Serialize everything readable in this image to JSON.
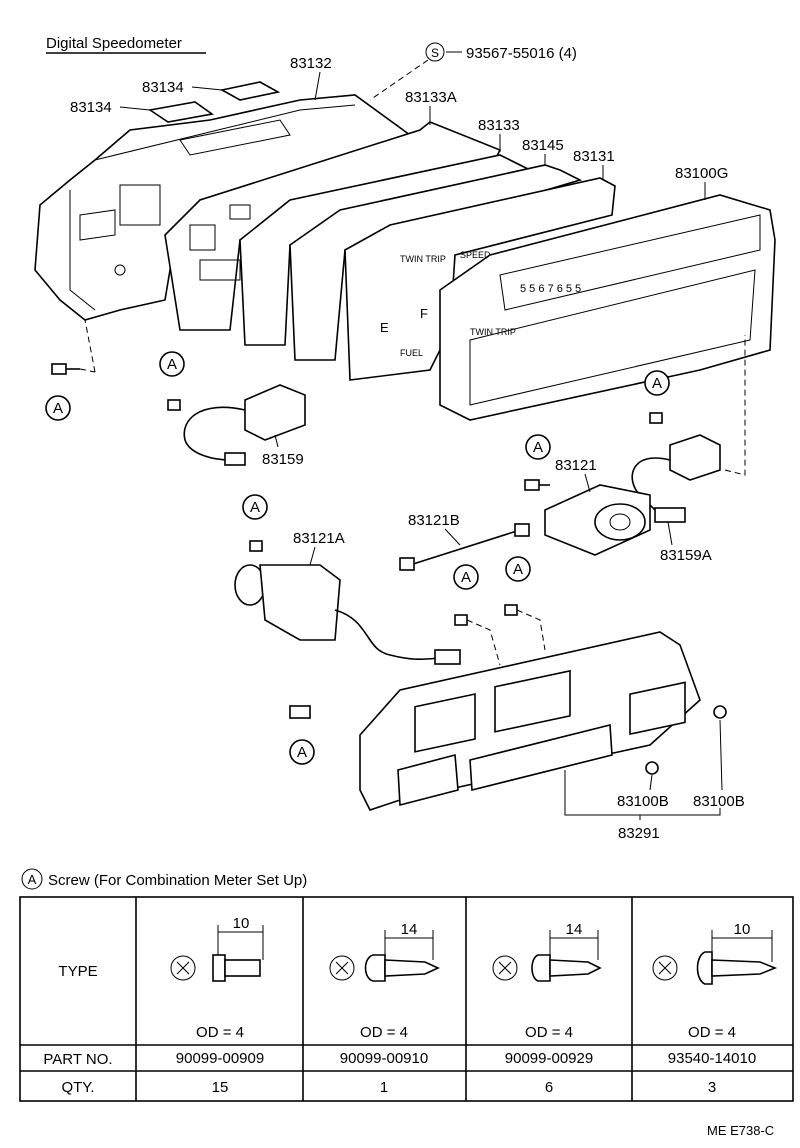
{
  "title": "Digital Speedometer",
  "bolt_note": {
    "symbol": "S",
    "text": "93567-55016 (4)"
  },
  "callout_letter": "A",
  "parts": {
    "p83132": "83132",
    "p83134a": "83134",
    "p83134b": "83134",
    "p83133A": "83133A",
    "p83133": "83133",
    "p83145": "83145",
    "p83131": "83131",
    "p83100G": "83100G",
    "p83159": "83159",
    "p83121": "83121",
    "p83121B": "83121B",
    "p83121A": "83121A",
    "p83159A": "83159A",
    "p83100Ba": "83100B",
    "p83100Bb": "83100B",
    "p83291": "83291"
  },
  "panel_text": {
    "trip": "TWIN TRIP",
    "speed": "SPEED",
    "fuel": "FUEL",
    "e": "E",
    "f": "F",
    "twin_trip": "TWIN TRIP"
  },
  "screw_table": {
    "caption": "Screw (For Combination Meter Set Up)",
    "row_labels": {
      "type": "TYPE",
      "part_no": "PART NO.",
      "qty": "QTY."
    },
    "columns": [
      {
        "length": "10",
        "od": "OD = 4",
        "part_no": "90099-00909",
        "qty": "15"
      },
      {
        "length": "14",
        "od": "OD = 4",
        "part_no": "90099-00910",
        "qty": "1"
      },
      {
        "length": "14",
        "od": "OD = 4",
        "part_no": "90099-00929",
        "qty": "6"
      },
      {
        "length": "10",
        "od": "OD = 4",
        "part_no": "93540-14010",
        "qty": "3"
      }
    ]
  },
  "ref_code": "ME  E738-C"
}
